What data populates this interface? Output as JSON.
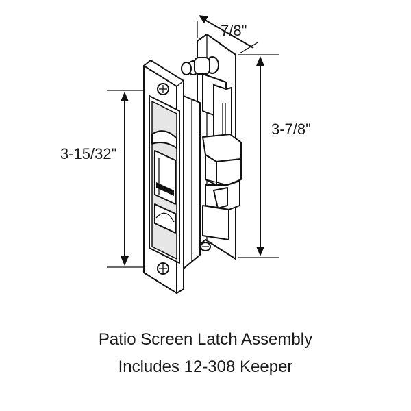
{
  "dimensions": {
    "width": "7/8\"",
    "height_keeper": "3-15/32\"",
    "height_latch": "3-7/8\""
  },
  "caption": {
    "line1": "Patio Screen Latch Assembly",
    "line2": "Includes 12-308 Keeper"
  }
}
